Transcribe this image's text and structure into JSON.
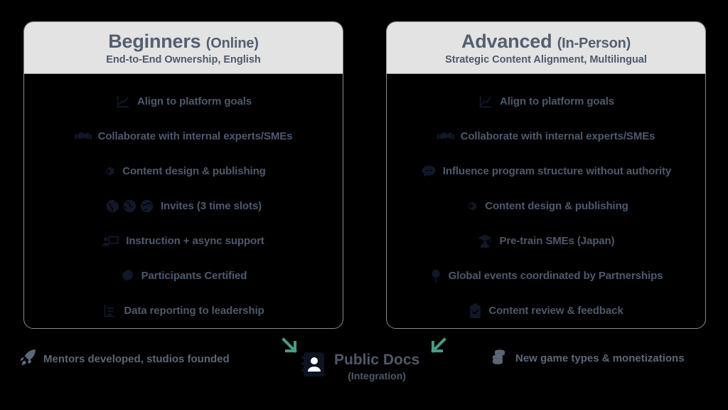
{
  "theme": {
    "background": "#000000",
    "header_bg": "#e3e3e3",
    "card_border": "#8a8a8a",
    "title_color": "#555f6e",
    "list_text_color": "#4d5a6b",
    "icon_color": "#111827",
    "arrow_color": "#479d86",
    "bottom_text_color": "#5d6876"
  },
  "cards": [
    {
      "title_main": "Beginners",
      "title_paren": "(Online)",
      "subtitle": "End-to-End Ownership, English",
      "items": [
        {
          "icon": "line-chart-icon",
          "label": "Align to platform goals"
        },
        {
          "icon": "handshake-icon",
          "label": "Collaborate with internal experts/SMEs"
        },
        {
          "icon": "gear-icon",
          "label": "Content design & publishing"
        },
        {
          "icon": "globe-triple-icon",
          "label": "Invites (3 time slots)"
        },
        {
          "icon": "presentation-icon",
          "label": "Instruction + async support"
        },
        {
          "icon": "certificate-icon",
          "label": "Participants Certified"
        },
        {
          "icon": "bar-report-icon",
          "label": "Data reporting to leadership"
        }
      ]
    },
    {
      "title_main": "Advanced",
      "title_paren": "(In-Person)",
      "subtitle": "Strategic Content Alignment, Multilingual",
      "items": [
        {
          "icon": "line-chart-icon",
          "label": "Align to platform goals"
        },
        {
          "icon": "handshake-icon",
          "label": "Collaborate with internal experts/SMEs"
        },
        {
          "icon": "chat-bubble-icon",
          "label": "Influence program structure without authority"
        },
        {
          "icon": "gear-icon",
          "label": "Content design & publishing"
        },
        {
          "icon": "graduate-icon",
          "label": "Pre-train SMEs (Japan)"
        },
        {
          "icon": "map-pin-icon",
          "label": "Global events coordinated by Partnerships"
        },
        {
          "icon": "clipboard-check-icon",
          "label": "Content review & feedback"
        }
      ]
    }
  ],
  "bottom": {
    "left": {
      "icon": "rocket-icon",
      "label": "Mentors developed, studios founded"
    },
    "right": {
      "icon": "coins-icon",
      "label": "New game types & monetizations"
    },
    "center": {
      "icon": "contact-book-icon",
      "title": "Public Docs",
      "subtitle": "(Integration)"
    },
    "arrows": [
      {
        "name": "arrow-down-right",
        "direction": "down-right"
      },
      {
        "name": "arrow-down-left",
        "direction": "down-left"
      }
    ]
  }
}
